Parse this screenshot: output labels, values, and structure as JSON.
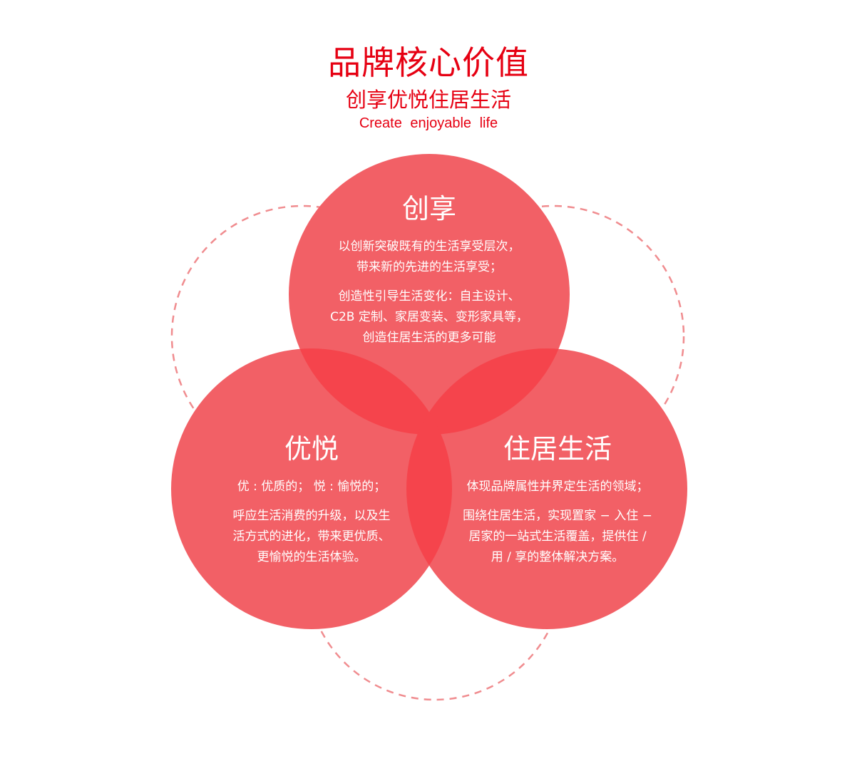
{
  "header": {
    "title": "品牌核心价值",
    "subtitle": "创享优悦住居生活",
    "tagline": "Create enjoyable life"
  },
  "colors": {
    "accent": "#e60012",
    "circle_fill": "#f26066",
    "overlap_fill": "#f5444c",
    "dashed_stroke": "#f08c8f"
  },
  "circles": {
    "top": {
      "heading": "创享",
      "paragraphs": [
        "以创新突破既有的生活享受层次，\n带来新的先进的生活享受；",
        "创造性引导生活变化：自主设计、\nC2B 定制、家居变装、变形家具等，\n创造住居生活的更多可能"
      ]
    },
    "left": {
      "heading": "优悦",
      "paragraphs": [
        "优 : 优质的；  悦 : 愉悦的；",
        "呼应生活消费的升级，以及生\n活方式的进化，带来更优质、\n更愉悦的生活体验。"
      ]
    },
    "right": {
      "heading": "住居生活",
      "paragraphs": [
        "体现品牌属性并界定生活的领域；",
        "围绕住居生活，实现置家 − 入住 −\n居家的一站式生活覆盖，提供住 /\n用 / 享的整体解决方案。"
      ]
    }
  }
}
